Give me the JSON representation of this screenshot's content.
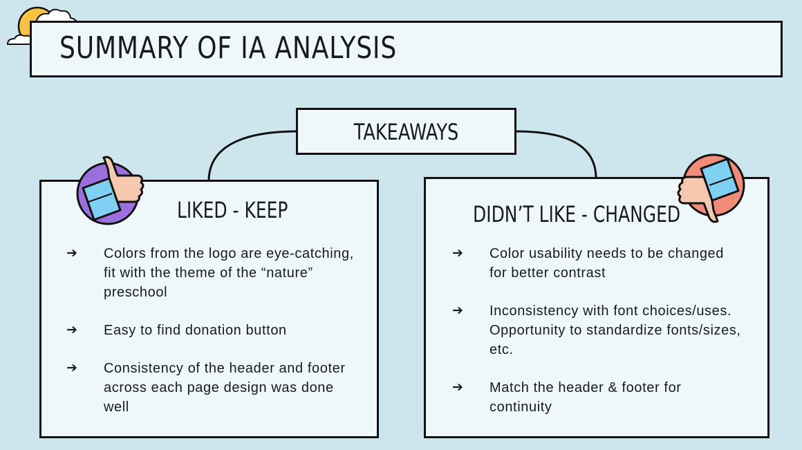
{
  "slide": {
    "title": "SUMMARY OF IA ANALYSIS",
    "center_label": "TAKEAWAYS"
  },
  "liked": {
    "heading": "LIKED - KEEP",
    "icon": "thumbs-up-icon",
    "bullets": [
      "Colors from the logo are eye-catching, fit with the theme of the “nature” preschool",
      "Easy to find donation button",
      "Consistency of the header and footer across each page design was done well"
    ]
  },
  "disliked": {
    "heading": "DIDN’T LIKE - CHANGED",
    "icon": "thumbs-down-icon",
    "bullets": [
      "Color usability needs to be changed for better contrast",
      "Inconsistency with font choices/uses. Opportunity to standardize fonts/sizes, etc.",
      "Match the header & footer for continuity"
    ]
  },
  "bullet_symbol": "➔",
  "colors": {
    "background": "#cde6ee",
    "box_fill": "#eef7fa",
    "sun": "#f6c343",
    "thumbs_up_circle": "#9b6fdd",
    "thumbs_down_circle": "#f18b7a",
    "cuff": "#7fd0f2",
    "skin": "#f7c8b0"
  }
}
